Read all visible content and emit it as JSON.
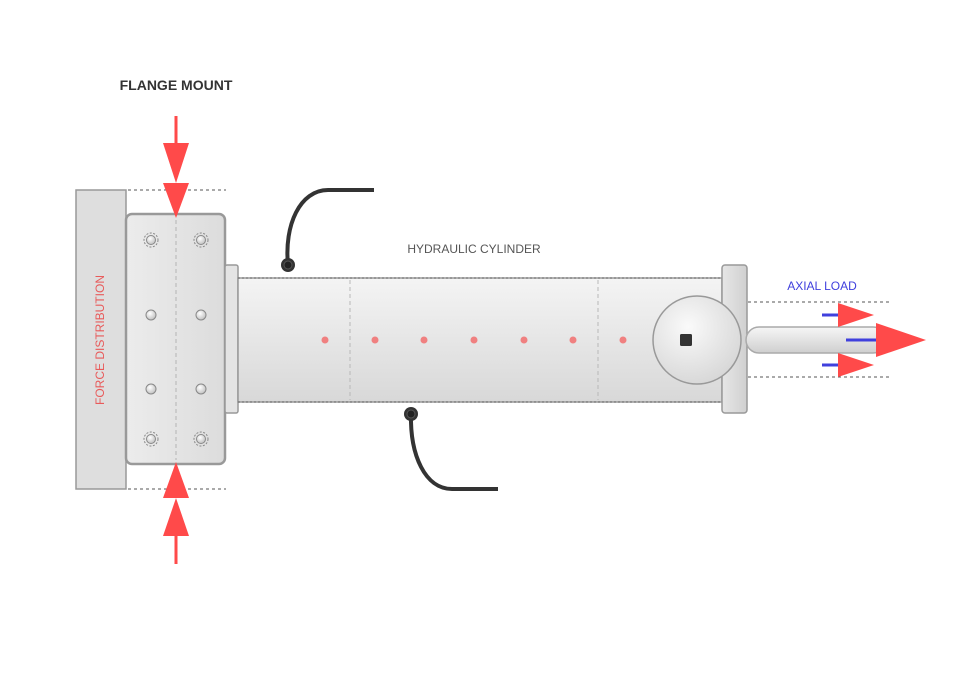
{
  "labels": {
    "title": "FLANGE MOUNT",
    "cylinder": "HYDRAULIC CYLINDER",
    "load": "AXIAL LOAD",
    "force": "FORCE DISTRIBUTION"
  },
  "colors": {
    "force": "#ff4a4a",
    "load": "#4040dd",
    "steel_stroke": "#999999",
    "hose": "#333333",
    "plate": "#dedede",
    "dashed": "#555555",
    "pressure_dot": "#f08080"
  }
}
